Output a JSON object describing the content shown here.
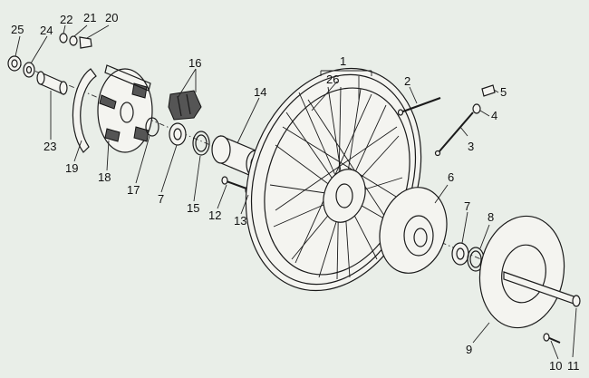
{
  "labels": {
    "l1": "1",
    "l2": "2",
    "l3": "3",
    "l4": "4",
    "l5": "5",
    "l6": "6",
    "l7a": "7",
    "l7b": "7",
    "l8": "8",
    "l9": "9",
    "l10": "10",
    "l11": "11",
    "l12": "12",
    "l13": "13",
    "l14": "14",
    "l15": "15",
    "l16": "16",
    "l17": "17",
    "l18": "18",
    "l19": "19",
    "l20": "20",
    "l21": "21",
    "l22": "22",
    "l23": "23",
    "l24": "24",
    "l25": "25",
    "l26": "26"
  },
  "colors": {
    "background": "#e9eee8",
    "line": "#1a1a1a"
  }
}
